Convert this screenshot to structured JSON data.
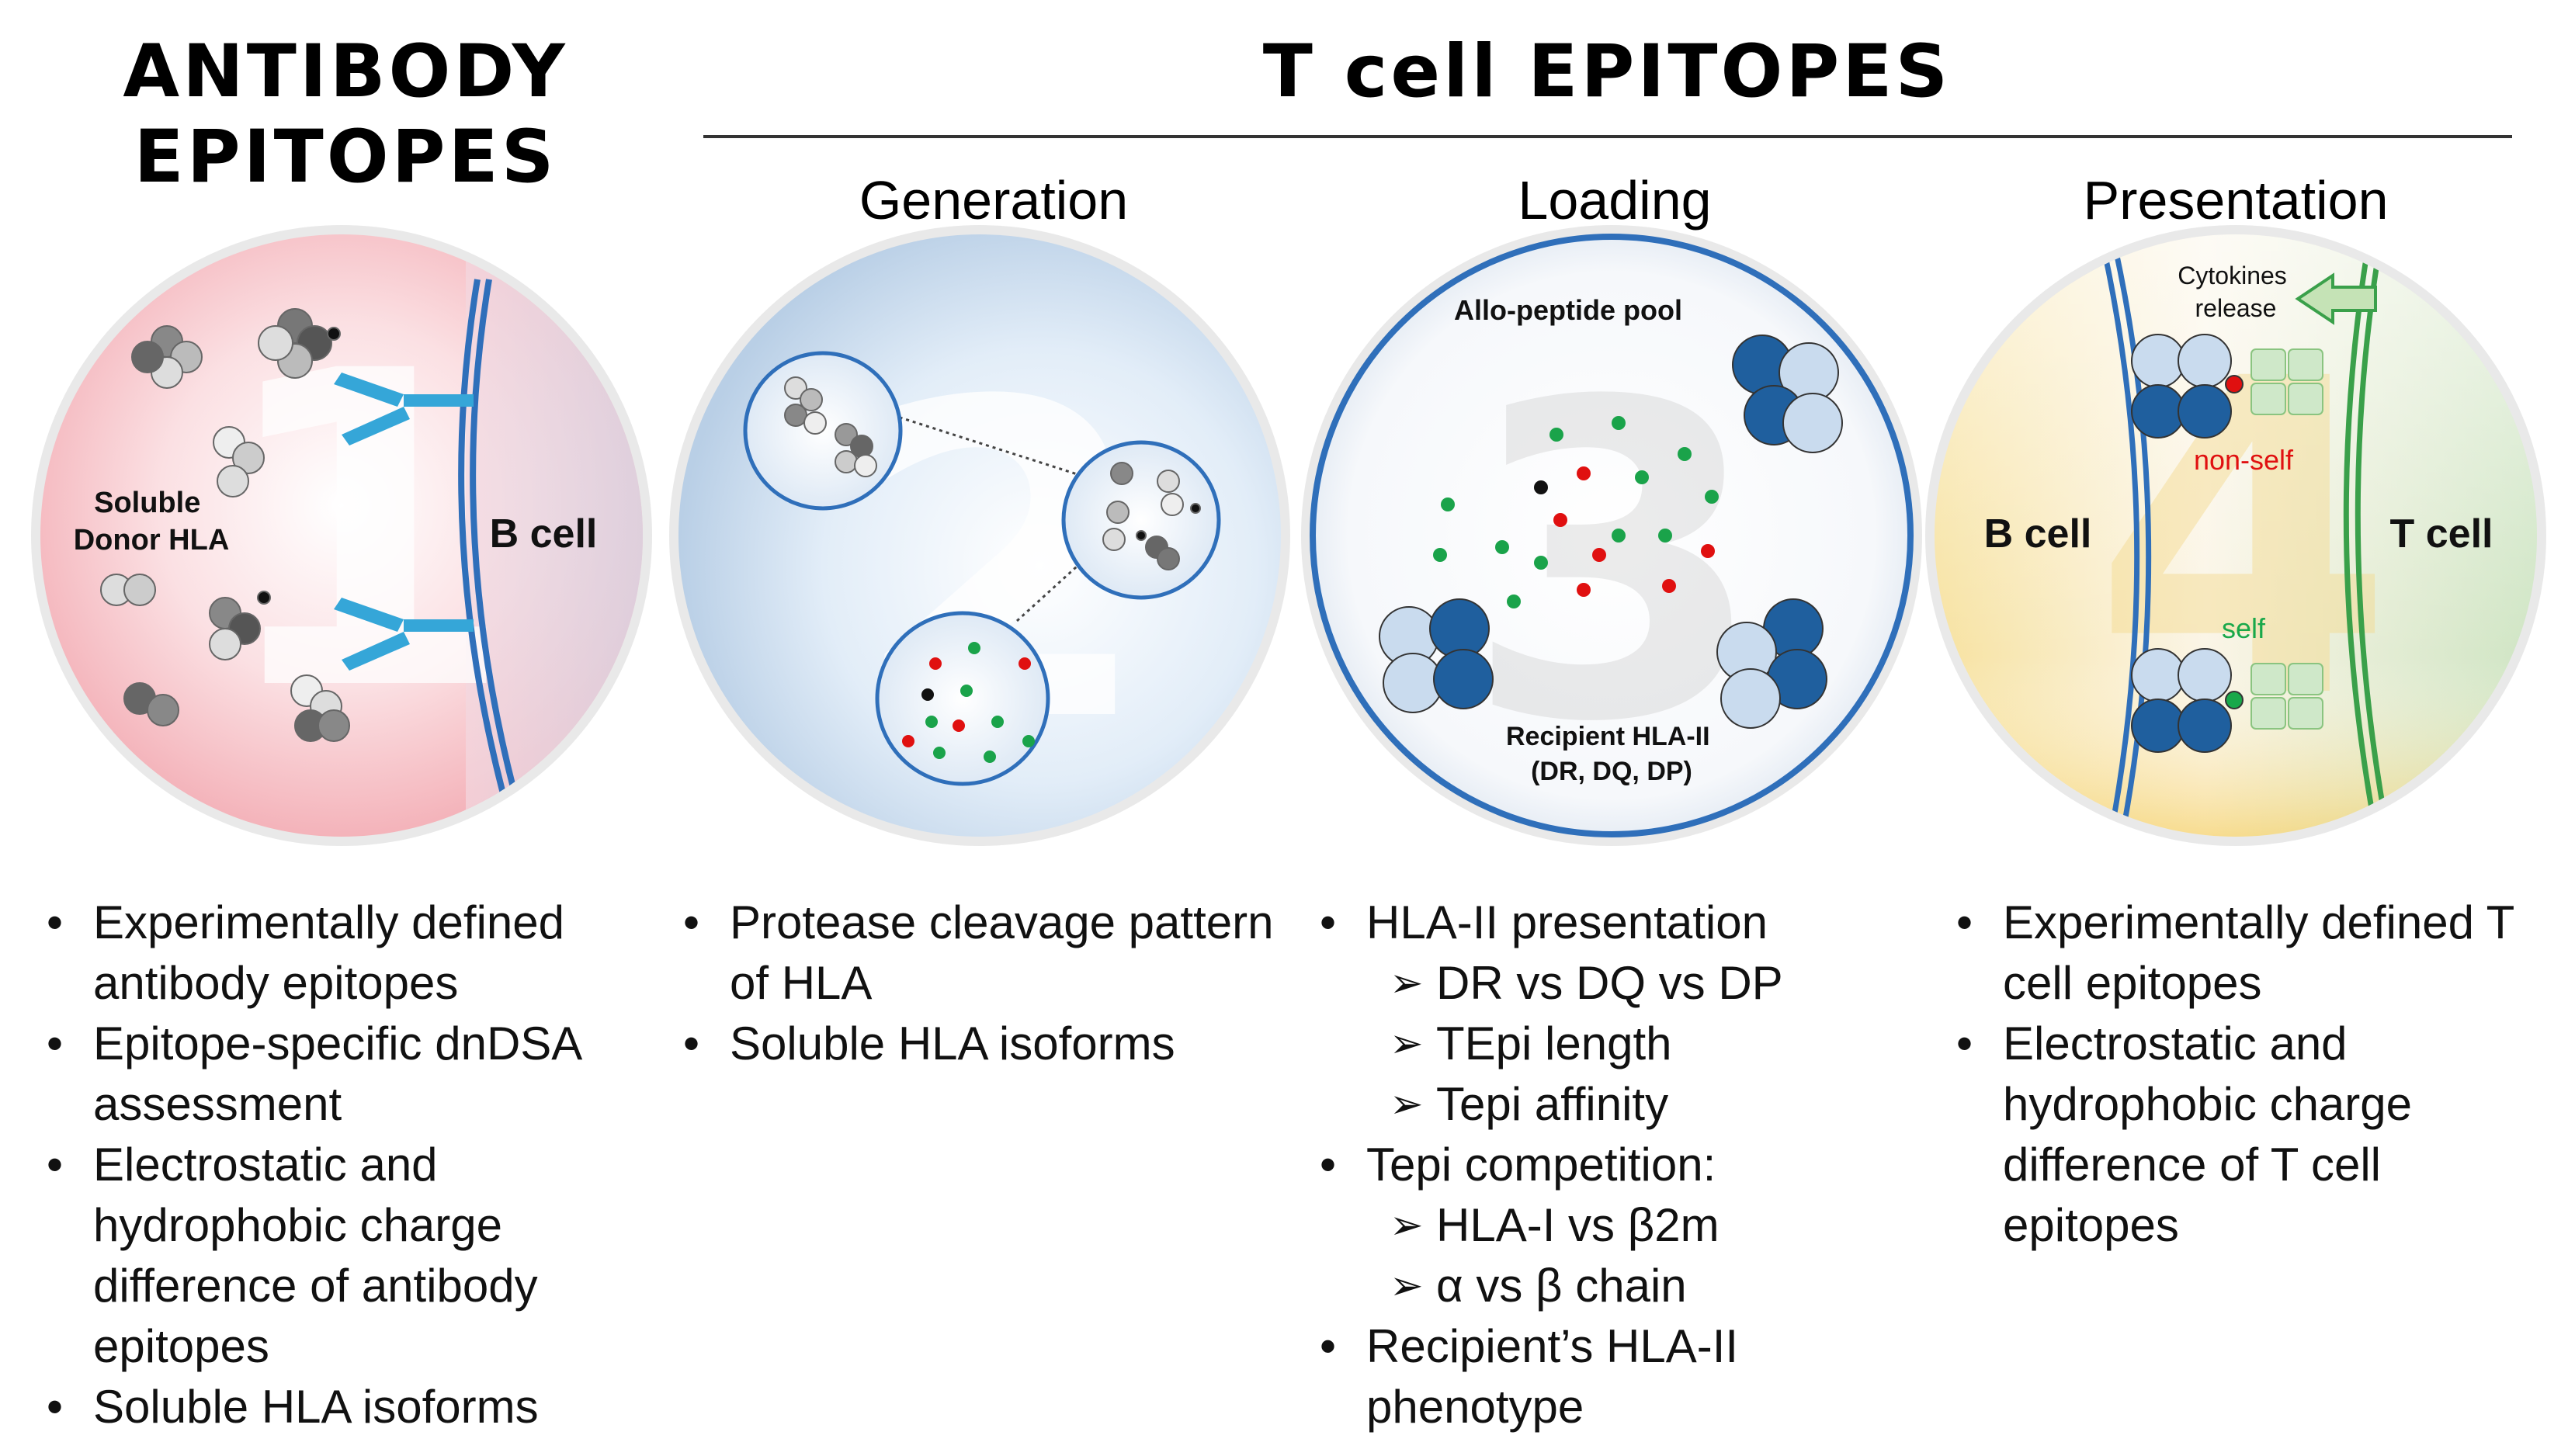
{
  "titles": {
    "antibody_line1": "ANTIBODY",
    "antibody_line2": "EPITOPES",
    "tcell": "T cell EPITOPES"
  },
  "stages": {
    "generation": "Generation",
    "loading": "Loading",
    "presentation": "Presentation"
  },
  "panel1": {
    "number": "1",
    "soluble_line1": "Soluble",
    "soluble_line2": "Donor HLA",
    "bcell": "B cell"
  },
  "panel2": {
    "number": "2"
  },
  "panel3": {
    "number": "3",
    "pool": "Allo-peptide pool",
    "recipient_line1": "Recipient HLA-II",
    "recipient_line2": "(DR, DQ, DP)"
  },
  "panel4": {
    "number": "4",
    "cytokines_line1": "Cytokines",
    "cytokines_line2": "release",
    "bcell": "B cell",
    "tcell": "T cell",
    "nonself": "non-self",
    "self": "self"
  },
  "colors": {
    "circle_border": "#2f6fba",
    "hla_dark": "#1f5f9e",
    "hla_light": "#c9dbee",
    "peptide_green": "#1aa34a",
    "peptide_red": "#e01010",
    "tcr_green": "#cfe8c9",
    "nonself_red": "#e01010",
    "self_green": "#19a84a"
  },
  "bullets": {
    "col1": [
      "Experimentally defined antibody epitopes",
      "Epitope-specific dnDSA assessment",
      "Electrostatic and hydrophobic charge difference of antibody epitopes",
      "Soluble HLA isoforms"
    ],
    "col2": [
      "Protease cleavage pattern of HLA",
      "Soluble HLA isoforms"
    ],
    "col3": {
      "item1": "HLA-II presentation",
      "item1_sub": [
        "DR vs DQ vs DP",
        "TEpi length",
        "Tepi affinity"
      ],
      "item2": "Tepi competition:",
      "item2_sub": [
        "HLA-I vs β2m",
        "α vs β chain"
      ],
      "item3": "Recipient’s HLA-II phenotype"
    },
    "col4": [
      "Experimentally defined T cell epitopes",
      "Electrostatic and hydrophobic charge difference of T cell epitopes"
    ]
  }
}
